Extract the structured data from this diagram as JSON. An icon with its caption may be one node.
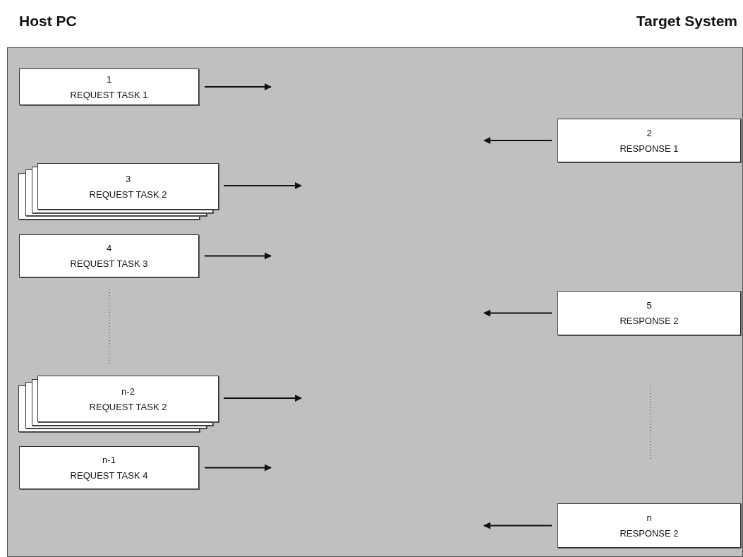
{
  "diagram": {
    "nodes": [
      {
        "text": [
          "1",
          "REQUEST TASK 1"
        ]
      },
      {
        "text": [
          "2",
          "RESPONSE 1"
        ]
      },
      {
        "text": [
          "3",
          "REQUEST TASK 2"
        ]
      },
      {
        "text": [
          "4",
          "REQUEST TASK 3"
        ]
      },
      {
        "text": [
          "5",
          "RESPONSE 2"
        ]
      },
      {
        "text": [
          "n-2",
          "REQUEST TASK 2"
        ]
      },
      {
        "text": [
          "n-1",
          "REQUEST TASK 4"
        ]
      },
      {
        "text": [
          "n",
          "RESPONSE 2"
        ]
      }
    ],
    "edges": [
      {
        "from": 0,
        "to": null,
        "arrow": "to"
      },
      {
        "from": 1,
        "to": null,
        "arrow": "to"
      },
      {
        "from": 2,
        "to": null,
        "arrow": "to"
      },
      {
        "from": 3,
        "to": null,
        "arrow": "to"
      },
      {
        "from": 4,
        "to": null,
        "arrow": "to"
      },
      {
        "from": 5,
        "to": null,
        "arrow": "to"
      },
      {
        "from": 6,
        "to": null,
        "arrow": "to"
      },
      {
        "from": 7,
        "to": null,
        "arrow": "to"
      }
    ],
    "labels": [
      "Host PC",
      "Target System"
    ]
  }
}
